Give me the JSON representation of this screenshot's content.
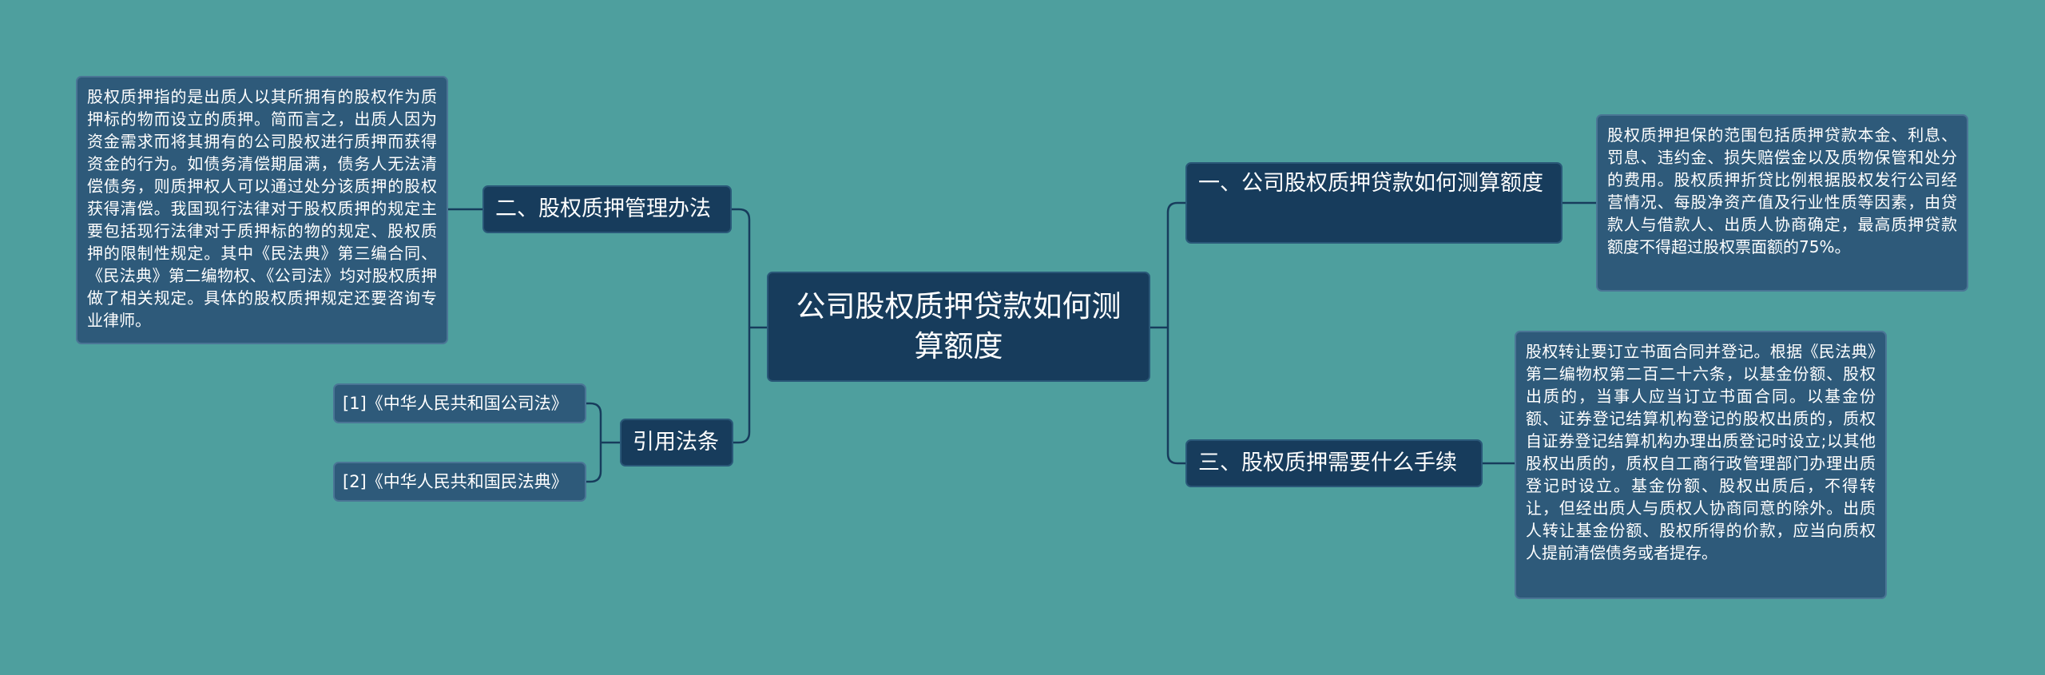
{
  "root": {
    "title": "公司股权质押贷款如何测算额度"
  },
  "branches": {
    "management": {
      "label": "二、股权质押管理办法",
      "detail": "股权质押指的是出质人以其所拥有的股权作为质押标的物而设立的质押。简而言之，出质人因为资金需求而将其拥有的公司股权进行质押而获得资金的行为。如债务清偿期届满，债务人无法清偿债务，则质押权人可以通过处分该质押的股权获得清偿。我国现行法律对于股权质押的规定主要包括现行法律对于质押标的物的规定、股权质押的限制性规定。其中《民法典》第三编合同、《民法典》第二编物权、《公司法》均对股权质押做了相关规定。具体的股权质押规定还要咨询专业律师。"
    },
    "references": {
      "label": "引用法条",
      "items": [
        "[1]《中华人民共和国公司法》",
        "[2]《中华人民共和国民法典》"
      ]
    },
    "calculation": {
      "label": "一、公司股权质押贷款如何测算额度",
      "detail": "股权质押担保的范围包括质押贷款本金、利息、罚息、违约金、损失赔偿金以及质物保管和处分的费用。股权质押折贷比例根据股权发行公司经营情况、每股净资产值及行业性质等因素，由贷款人与借款人、出质人协商确定，最高质押贷款额度不得超过股权票面额的75%。"
    },
    "procedures": {
      "label": "三、股权质押需要什么手续",
      "detail": "股权转让要订立书面合同并登记。根据《民法典》第二编物权第二百二十六条，以基金份额、股权出质的，当事人应当订立书面合同。以基金份额、证券登记结算机构登记的股权出质的，质权自证券登记结算机构办理出质登记时设立;以其他股权出质的，质权自工商行政管理部门办理出质登记时设立。基金份额、股权出质后，不得转让，但经出质人与质权人协商同意的除外。出质人转让基金份额、股权所得的价款，应当向质权人提前清偿债务或者提存。"
    }
  },
  "colors": {
    "background": "#4e9f9e",
    "node_dark": "#173c5c",
    "node_leaf": "#2e5a7a",
    "connector": "#173c5c"
  }
}
